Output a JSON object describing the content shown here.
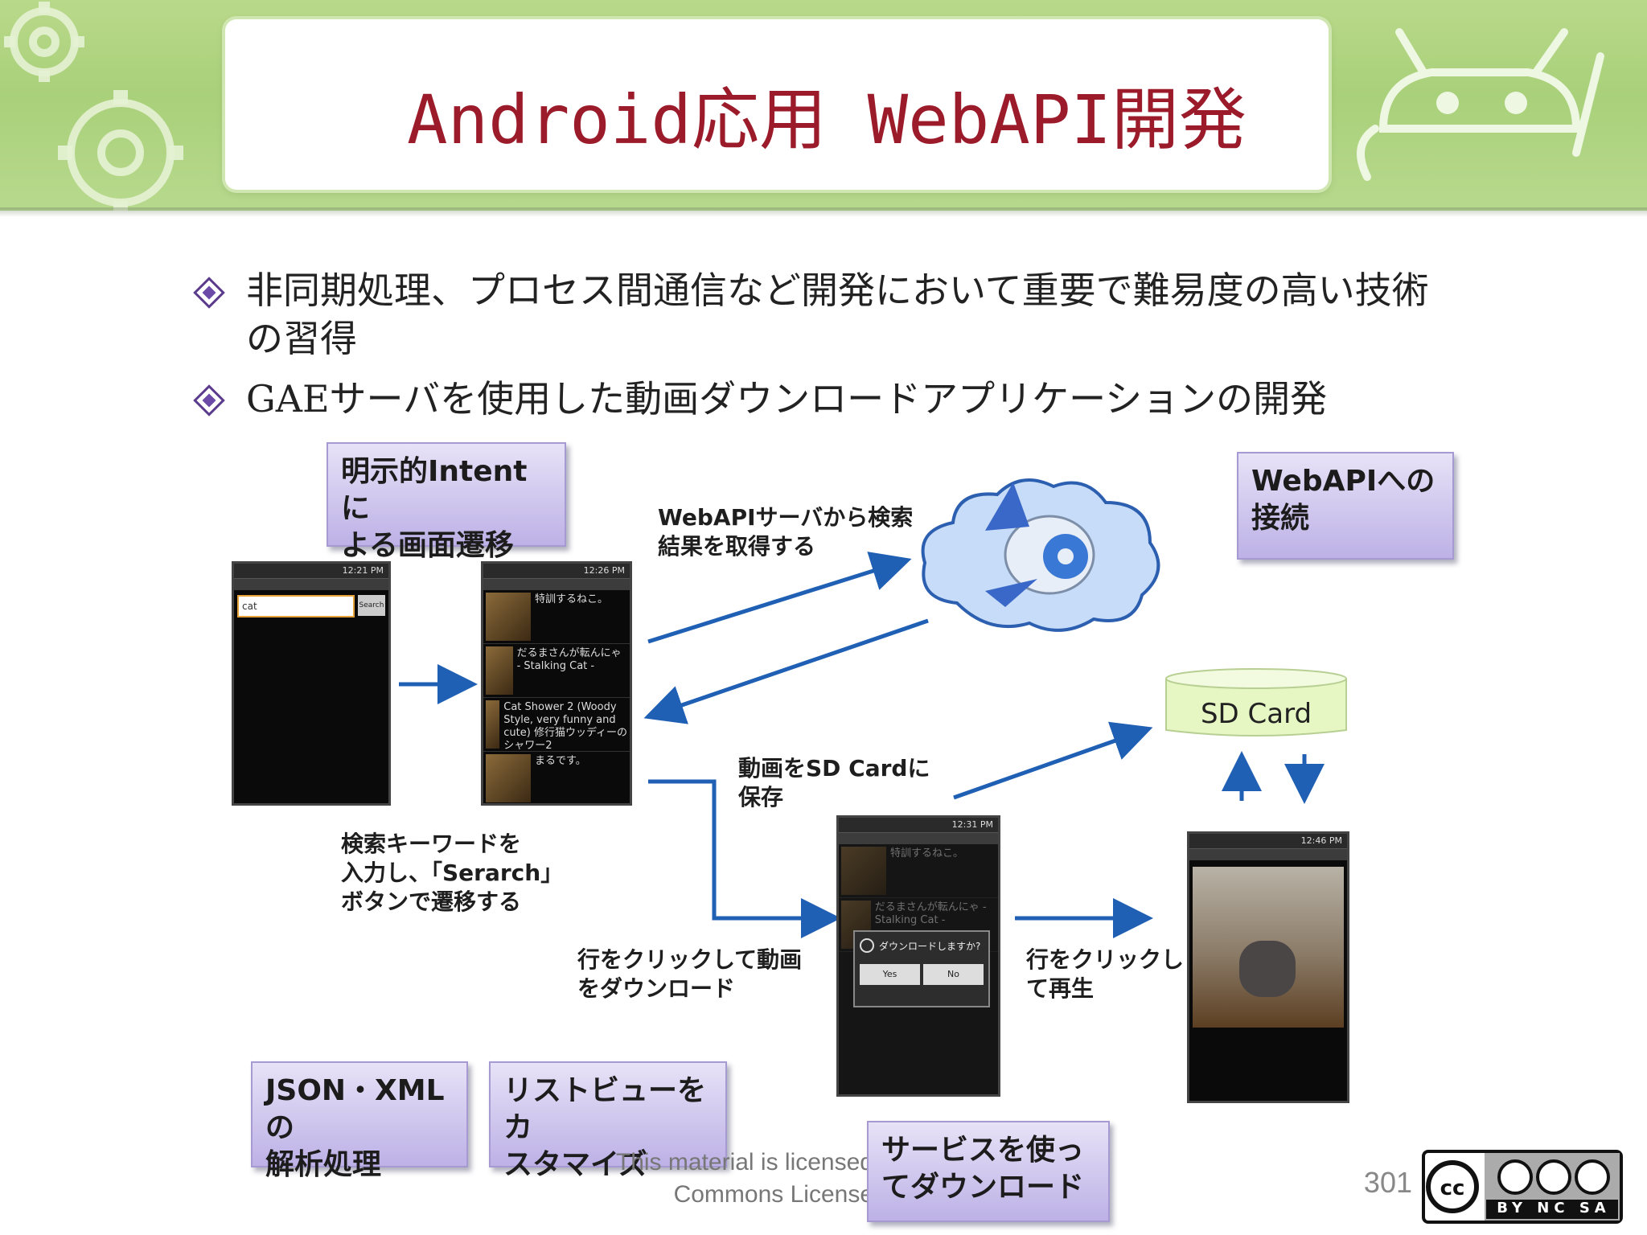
{
  "slide": {
    "title": "Android応用 WebAPI開発",
    "page_number": "301",
    "bullets": [
      "非同期処理、プロセス間通信など開発において重要で難易度の高い技術の習得",
      "GAEサーバを使用した動画ダウンロードアプリケーションの開発"
    ],
    "bullet_1_line1": "非同期処理、プロセス間通信など開発において重要で難易度の高い技術",
    "bullet_1_line2": "の習得",
    "license_line1": "This material is licensed",
    "license_line2": "Commons License",
    "cc_badge_text": "BY NC SA"
  },
  "labels": {
    "explicit_intent": [
      "明示的Intentに",
      "よる画面遷移"
    ],
    "webapi_connect": [
      "WebAPIへの",
      "接続"
    ],
    "json_xml": [
      "JSON・XMLの",
      "解析処理"
    ],
    "listview": [
      "リストビューをカ",
      "スタマイズ"
    ],
    "service": [
      "サービスを使っ",
      "てダウンロード"
    ]
  },
  "notes": {
    "fetch_results": [
      "WebAPIサーバから検索",
      "結果を取得する"
    ],
    "enter_keyword": [
      "検索キーワードを",
      "入力し、「Serarch」",
      "ボタンで遷移する"
    ],
    "save_sd": [
      "動画をSD Cardに",
      "保存"
    ],
    "click_download": [
      "行をクリックして動画",
      "をダウンロード"
    ],
    "click_play": [
      "行をクリックし",
      "て再生"
    ]
  },
  "sd_card": {
    "label": "SD Card"
  },
  "phones": {
    "search": {
      "time": "12:21 PM",
      "query": "cat",
      "button": "Search"
    },
    "list": {
      "time": "12:26 PM",
      "rows": [
        "特訓するねこ。",
        "だるまさんが転んにゃ - Stalking Cat -",
        "Cat Shower 2 (Woody Style, very funny and cute) 修行猫ウッディーのシャワー2",
        "まるです。"
      ]
    },
    "dialog": {
      "time": "12:31 PM",
      "title": "ダウンロードしますか?",
      "yes": "Yes",
      "no": "No"
    },
    "player": {
      "time": "12:46 PM"
    }
  },
  "colors": {
    "title": "#9b1b2a",
    "arrow": "#1f5fb4",
    "header_green": "#a9d07a",
    "label_purple": "#bdb1e6",
    "sd_green": "#e6f7c3"
  }
}
